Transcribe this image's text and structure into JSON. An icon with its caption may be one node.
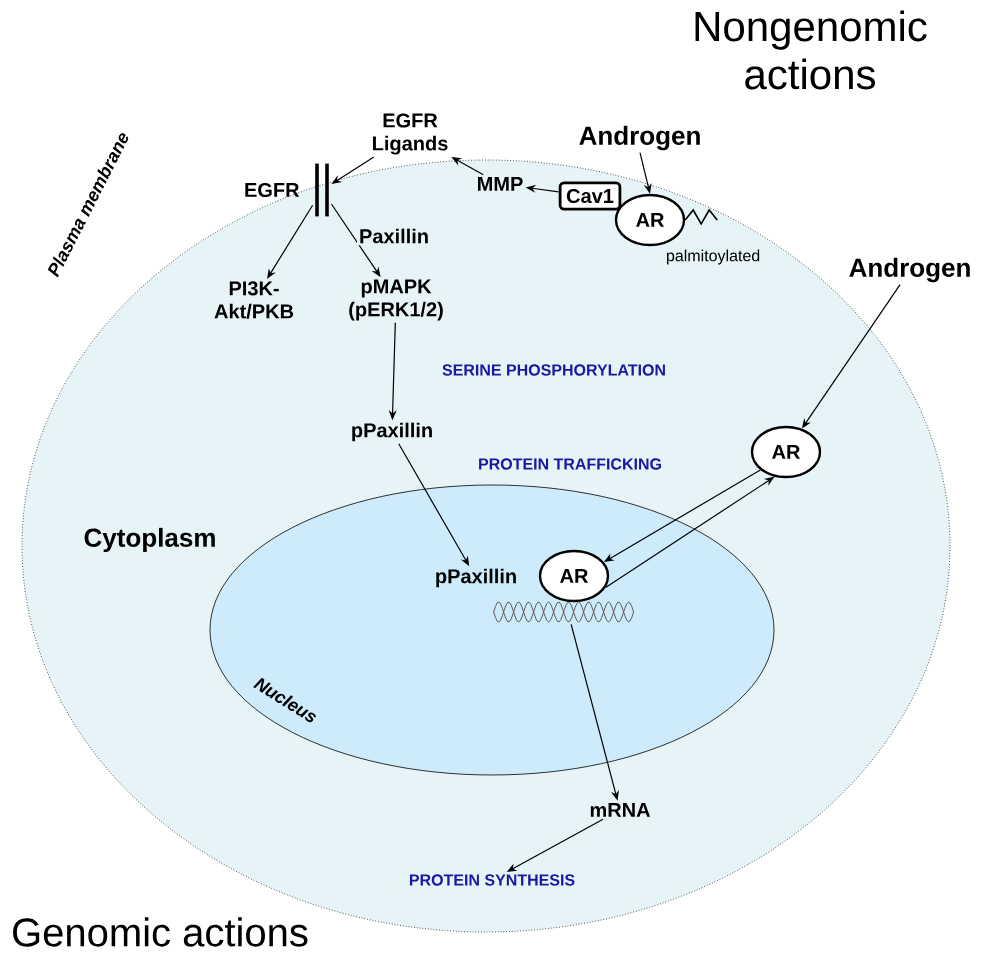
{
  "diagram": {
    "nodes": [
      {
        "text": [
          "Plasma membrane",
          "Cytoplasm"
        ]
      },
      {
        "text": [
          "Nucleus"
        ],
        "in": 0
      },
      {
        "text": [
          "EGFR Ligands"
        ]
      },
      {
        "text": [],
        "shape": "bar",
        "beside": [
          "EGFR"
        ],
        "in": 0
      },
      {
        "text": [
          "MMP"
        ],
        "in": 0
      },
      {
        "text": [
          "Cav1"
        ],
        "in": 0
      },
      {
        "text": [
          "AR"
        ],
        "beside": [
          "palmitoylated"
        ],
        "in": 0
      },
      {
        "text": [
          "Androgen"
        ]
      },
      {
        "text": [
          "PI3K- Akt/PKB"
        ],
        "in": 0
      },
      {
        "text": [
          "pMAPK (pERK1/2)"
        ],
        "in": 0
      },
      {
        "text": [
          "pPaxillin"
        ],
        "in": 0
      },
      {
        "text": [
          "AR"
        ],
        "in": 0
      },
      {
        "text": [
          "Androgen"
        ]
      },
      {
        "text": [
          "pPaxillin"
        ],
        "in": 1
      },
      {
        "text": [
          "AR"
        ],
        "in": 1
      },
      {
        "text": [],
        "shape": "picture",
        "in": 1
      },
      {
        "text": [
          "mRNA"
        ],
        "in": 0
      },
      {
        "text": [
          "PROTEIN SYNTHESIS"
        ],
        "in": 0
      }
    ],
    "edges": [
      {
        "from": 2,
        "to": 3,
        "arrow": "to"
      },
      {
        "from": 4,
        "to": 2,
        "arrow": "to"
      },
      {
        "from": 5,
        "to": 4,
        "arrow": "to"
      },
      {
        "from": 7,
        "to": 6,
        "arrow": "to"
      },
      {
        "from": 3,
        "to": 8,
        "arrow": "to"
      },
      {
        "from": 3,
        "to": 9,
        "arrow": "to",
        "label": "Paxillin"
      },
      {
        "from": 9,
        "to": 10,
        "arrow": "to"
      },
      {
        "from": 10,
        "to": 13,
        "arrow": "to"
      },
      {
        "from": 12,
        "to": 11,
        "arrow": "to"
      },
      {
        "from": 11,
        "to": 14,
        "arrow": "to"
      },
      {
        "from": 14,
        "to": 11,
        "arrow": "to"
      },
      {
        "from": 15,
        "to": 16,
        "arrow": "to"
      },
      {
        "from": 16,
        "to": 17,
        "arrow": "to"
      }
    ],
    "labels": [
      "Nongenomic actions",
      "SERINE PHOSPHORYLATION",
      "PROTEIN TRAFFICKING",
      "Genomic actions"
    ]
  }
}
